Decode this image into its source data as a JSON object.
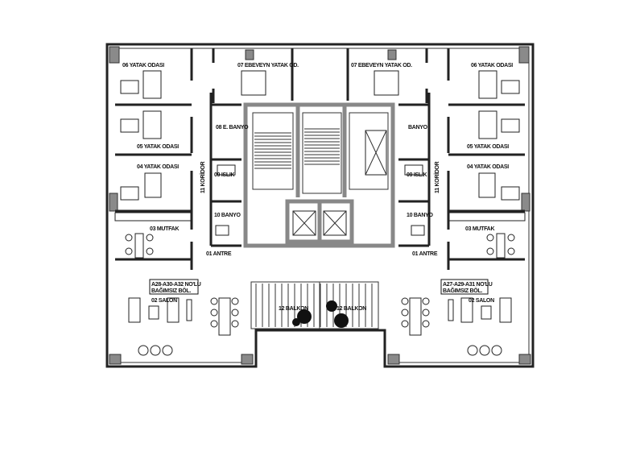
{
  "left_unit": {
    "unit_label_line1": "A28-A30-A32 NO'LU",
    "unit_label_line2": "BAĞIMSIZ BÖL.",
    "rooms": {
      "bedroom_06": "06 YATAK ODASI",
      "master_bedroom_07": "07 EBEVEYN YATAK OD.",
      "master_bath_08": "08 E. BANYO",
      "bedroom_05": "05 YATAK ODASI",
      "bedroom_04": "04 YATAK ODASI",
      "corridor_11": "11 KORİDOR",
      "utility_09": "09 ISLIK",
      "bathroom_10": "10 BANYO",
      "kitchen_03": "03 MUTFAK",
      "entrance_01": "01 ANTRE",
      "living_02": "02 SALON",
      "balcony_12": "12 BALKON"
    }
  },
  "right_unit": {
    "unit_label_line1": "A27-A29-A31 NO'LU",
    "unit_label_line2": "BAĞIMSIZ BÖL.",
    "rooms": {
      "bedroom_06": "06 YATAK ODASI",
      "master_bedroom_07": "07 EBEVEYN YATAK OD.",
      "master_bath_08": "BANYO",
      "bedroom_05": "05 YATAK ODASI",
      "bedroom_04": "04 YATAK ODASI",
      "corridor_11": "11 KORİDOR",
      "utility_09": "09 ISLIK",
      "bathroom_10": "10 BANYO",
      "kitchen_03": "03 MUTFAK",
      "entrance_01": "01 ANTRE",
      "living_02": "02 SALON",
      "balcony_12": "12 BALKON"
    }
  }
}
